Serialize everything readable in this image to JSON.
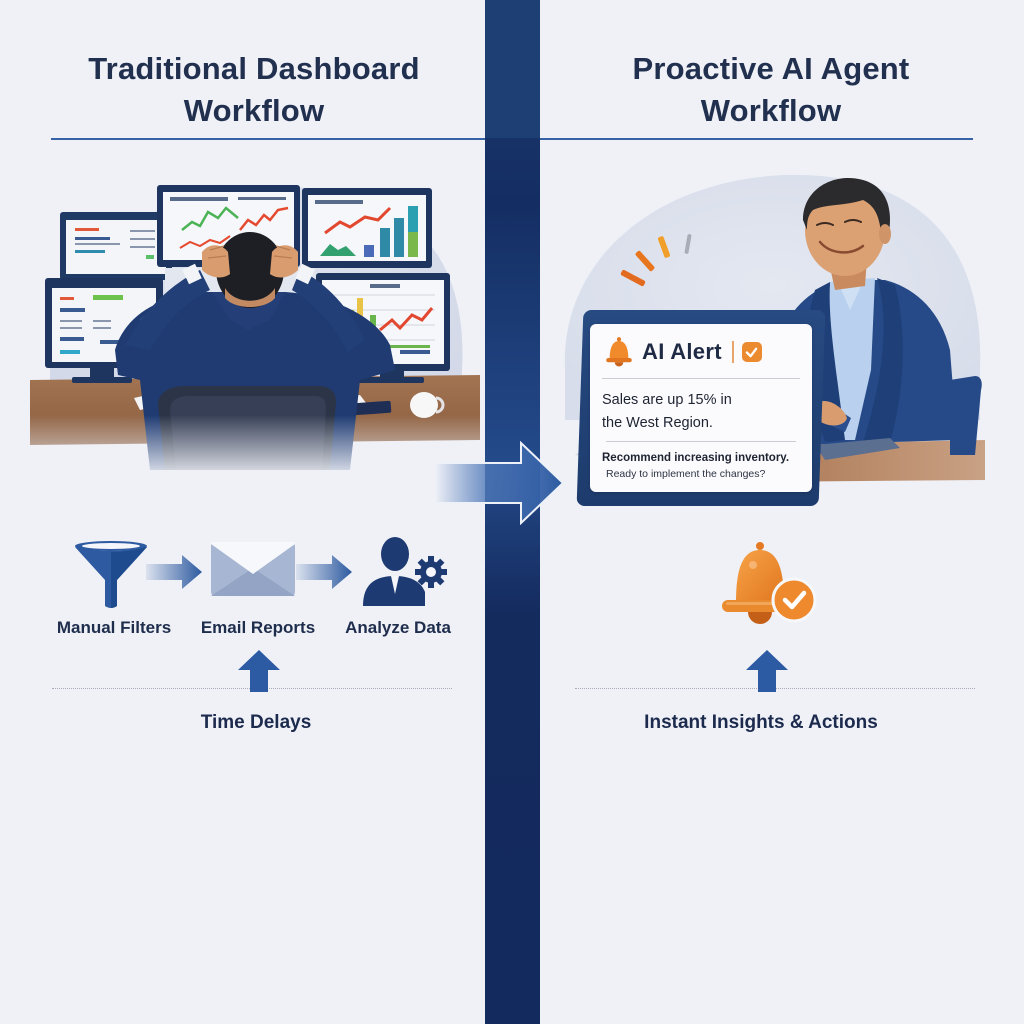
{
  "left_panel": {
    "title_line1": "Traditional Dashboard",
    "title_line2": "Workflow",
    "illustration": "stressed-analyst-multiple-monitors",
    "steps": [
      {
        "label": "Manual Filters",
        "icon": "funnel-icon"
      },
      {
        "label": "Email Reports",
        "icon": "envelope-icon"
      },
      {
        "label": "Analyze Data",
        "icon": "user-gear-icon"
      }
    ],
    "bottom_label": "Time Delays"
  },
  "right_panel": {
    "title_line1": "Proactive AI Agent",
    "title_line2": "Workflow",
    "illustration": "smiling-professional-with-laptop",
    "alert": {
      "title": "AI Alert",
      "message_line1": "Sales are up 15% in",
      "message_line2": "the West Region.",
      "recommendation": "Recommend increasing inventory.",
      "prompt": "Ready to implement the changes?"
    },
    "icon": "bell-check-icon",
    "bottom_label": "Instant Insights & Actions"
  },
  "colors": {
    "background": "#eff1f7",
    "navy": "#1b3566",
    "accent_blue": "#2f5fa7",
    "title_text": "#22304f",
    "alert_orange": "#ec8a2f"
  }
}
